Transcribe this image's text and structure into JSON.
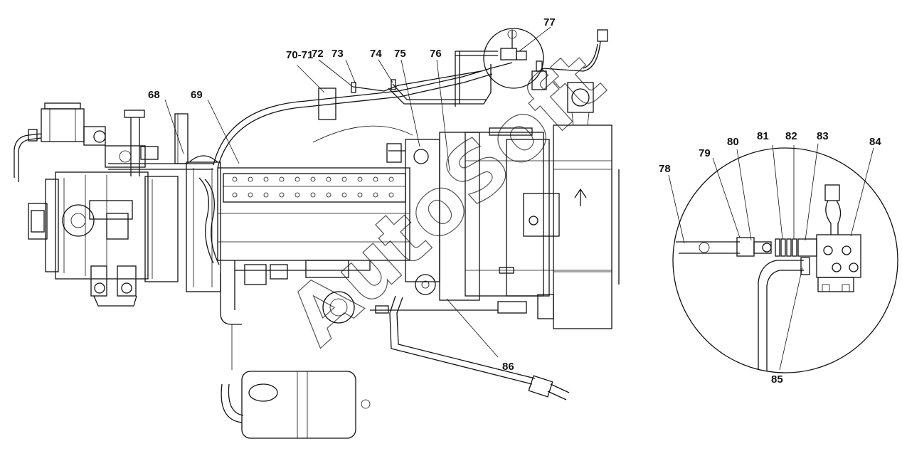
{
  "diagram": {
    "watermark": "AutoSoft",
    "callouts": [
      {
        "id": "c70-71",
        "text": "70-71"
      },
      {
        "id": "c72",
        "text": "72"
      },
      {
        "id": "c73",
        "text": "73"
      },
      {
        "id": "c74",
        "text": "74"
      },
      {
        "id": "c75",
        "text": "75"
      },
      {
        "id": "c76",
        "text": "76"
      },
      {
        "id": "c77",
        "text": "77"
      },
      {
        "id": "c68",
        "text": "68"
      },
      {
        "id": "c69",
        "text": "69"
      },
      {
        "id": "c86",
        "text": "86"
      },
      {
        "id": "c78",
        "text": "78"
      },
      {
        "id": "c79",
        "text": "79"
      },
      {
        "id": "c80",
        "text": "80"
      },
      {
        "id": "c81",
        "text": "81"
      },
      {
        "id": "c82",
        "text": "82"
      },
      {
        "id": "c83",
        "text": "83"
      },
      {
        "id": "c84",
        "text": "84"
      },
      {
        "id": "c85",
        "text": "85"
      }
    ]
  }
}
